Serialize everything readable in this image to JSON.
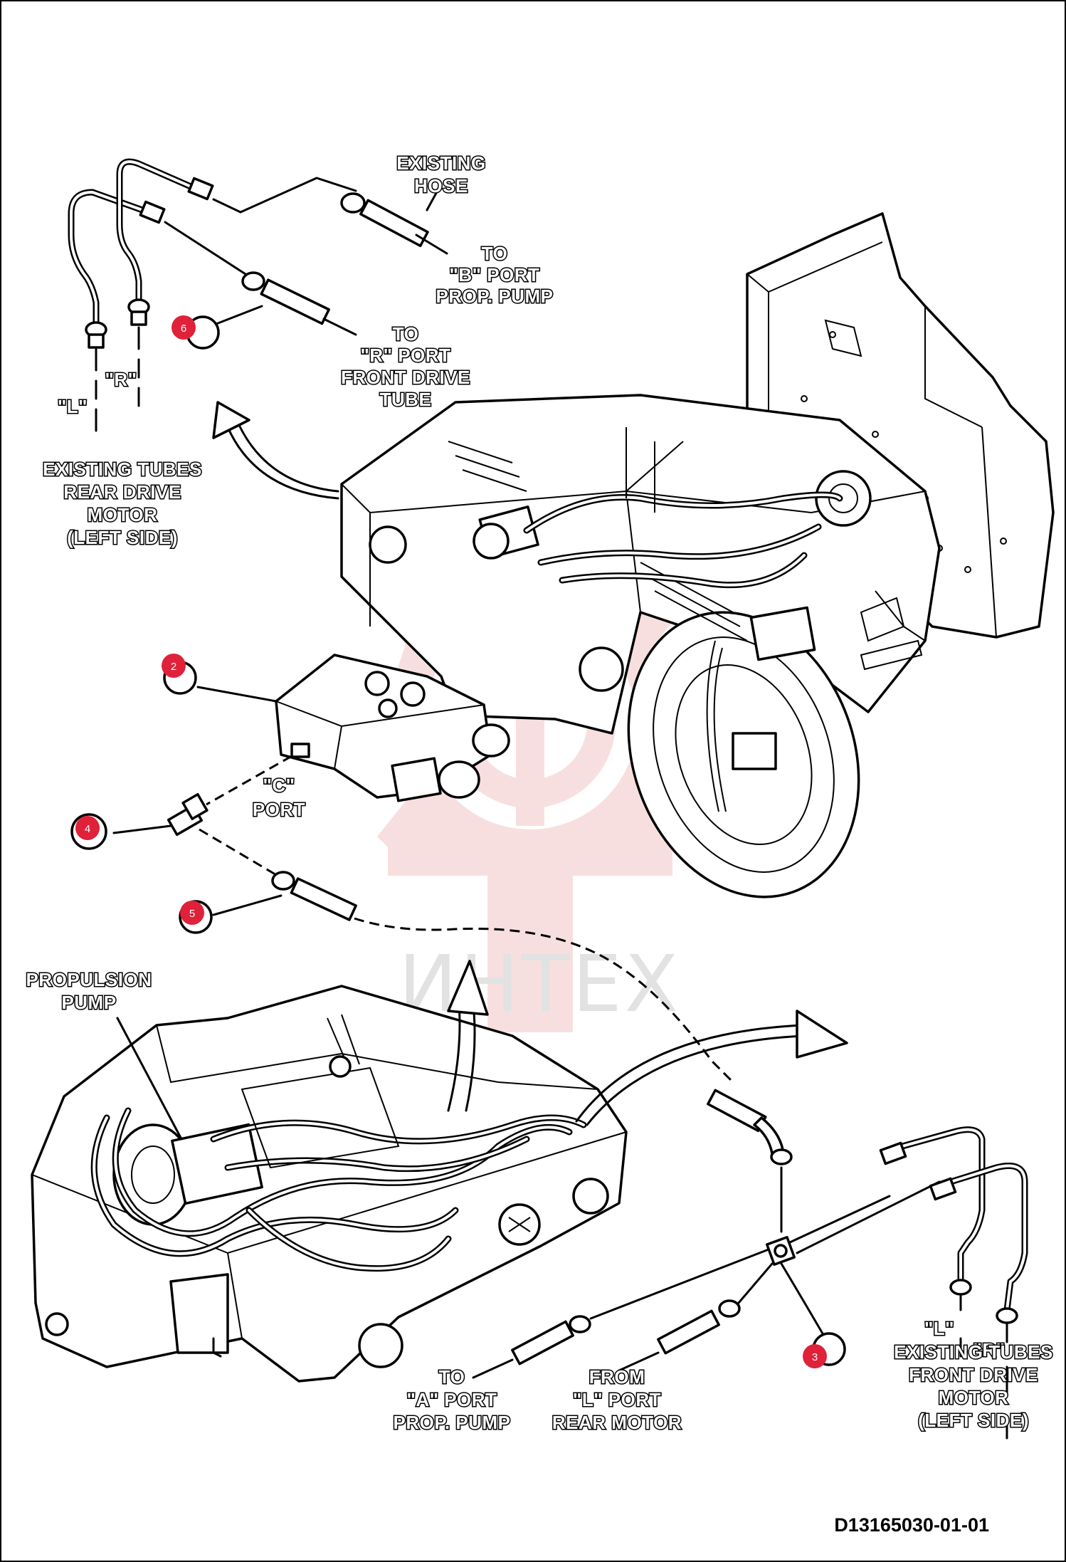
{
  "diagram": {
    "callouts": [
      {
        "id": "callout-6",
        "number": "6"
      },
      {
        "id": "callout-2",
        "number": "2"
      },
      {
        "id": "callout-4",
        "number": "4"
      },
      {
        "id": "callout-5",
        "number": "5"
      },
      {
        "id": "callout-3",
        "number": "3"
      }
    ],
    "labels": {
      "existing_hose": [
        "EXISTING",
        "HOSE"
      ],
      "to_b_port": [
        "TO",
        "\"B\" PORT",
        "PROP. PUMP"
      ],
      "to_r_port": [
        "TO",
        "\"R\" PORT",
        "FRONT DRIVE",
        "TUBE"
      ],
      "l_top": "\"L\"",
      "r_top": "\"R\"",
      "existing_tubes_rear": [
        "EXISTING TUBES",
        "REAR DRIVE",
        "MOTOR",
        "(LEFT SIDE)"
      ],
      "c_port": [
        "\"C\"",
        "PORT"
      ],
      "propulsion_pump": [
        "PROPULSION",
        "PUMP"
      ],
      "to_a_port": [
        "TO",
        "\"A\" PORT",
        "PROP. PUMP"
      ],
      "from_l_port": [
        "FROM",
        "\"L\" PORT",
        "REAR MOTOR"
      ],
      "existing_tubes_front": [
        "EXISTING TUBES",
        "FRONT DRIVE",
        "MOTOR",
        "(LEFT SIDE)"
      ],
      "l_bottom": "\"L\"",
      "r_bottom": "\"R\""
    },
    "watermark": "ИНТЕХ",
    "document_number": "D13165030-01-01",
    "colors": {
      "callout_badge": "#e0213a",
      "watermark": "#f4c6c6",
      "line": "#000000"
    }
  }
}
